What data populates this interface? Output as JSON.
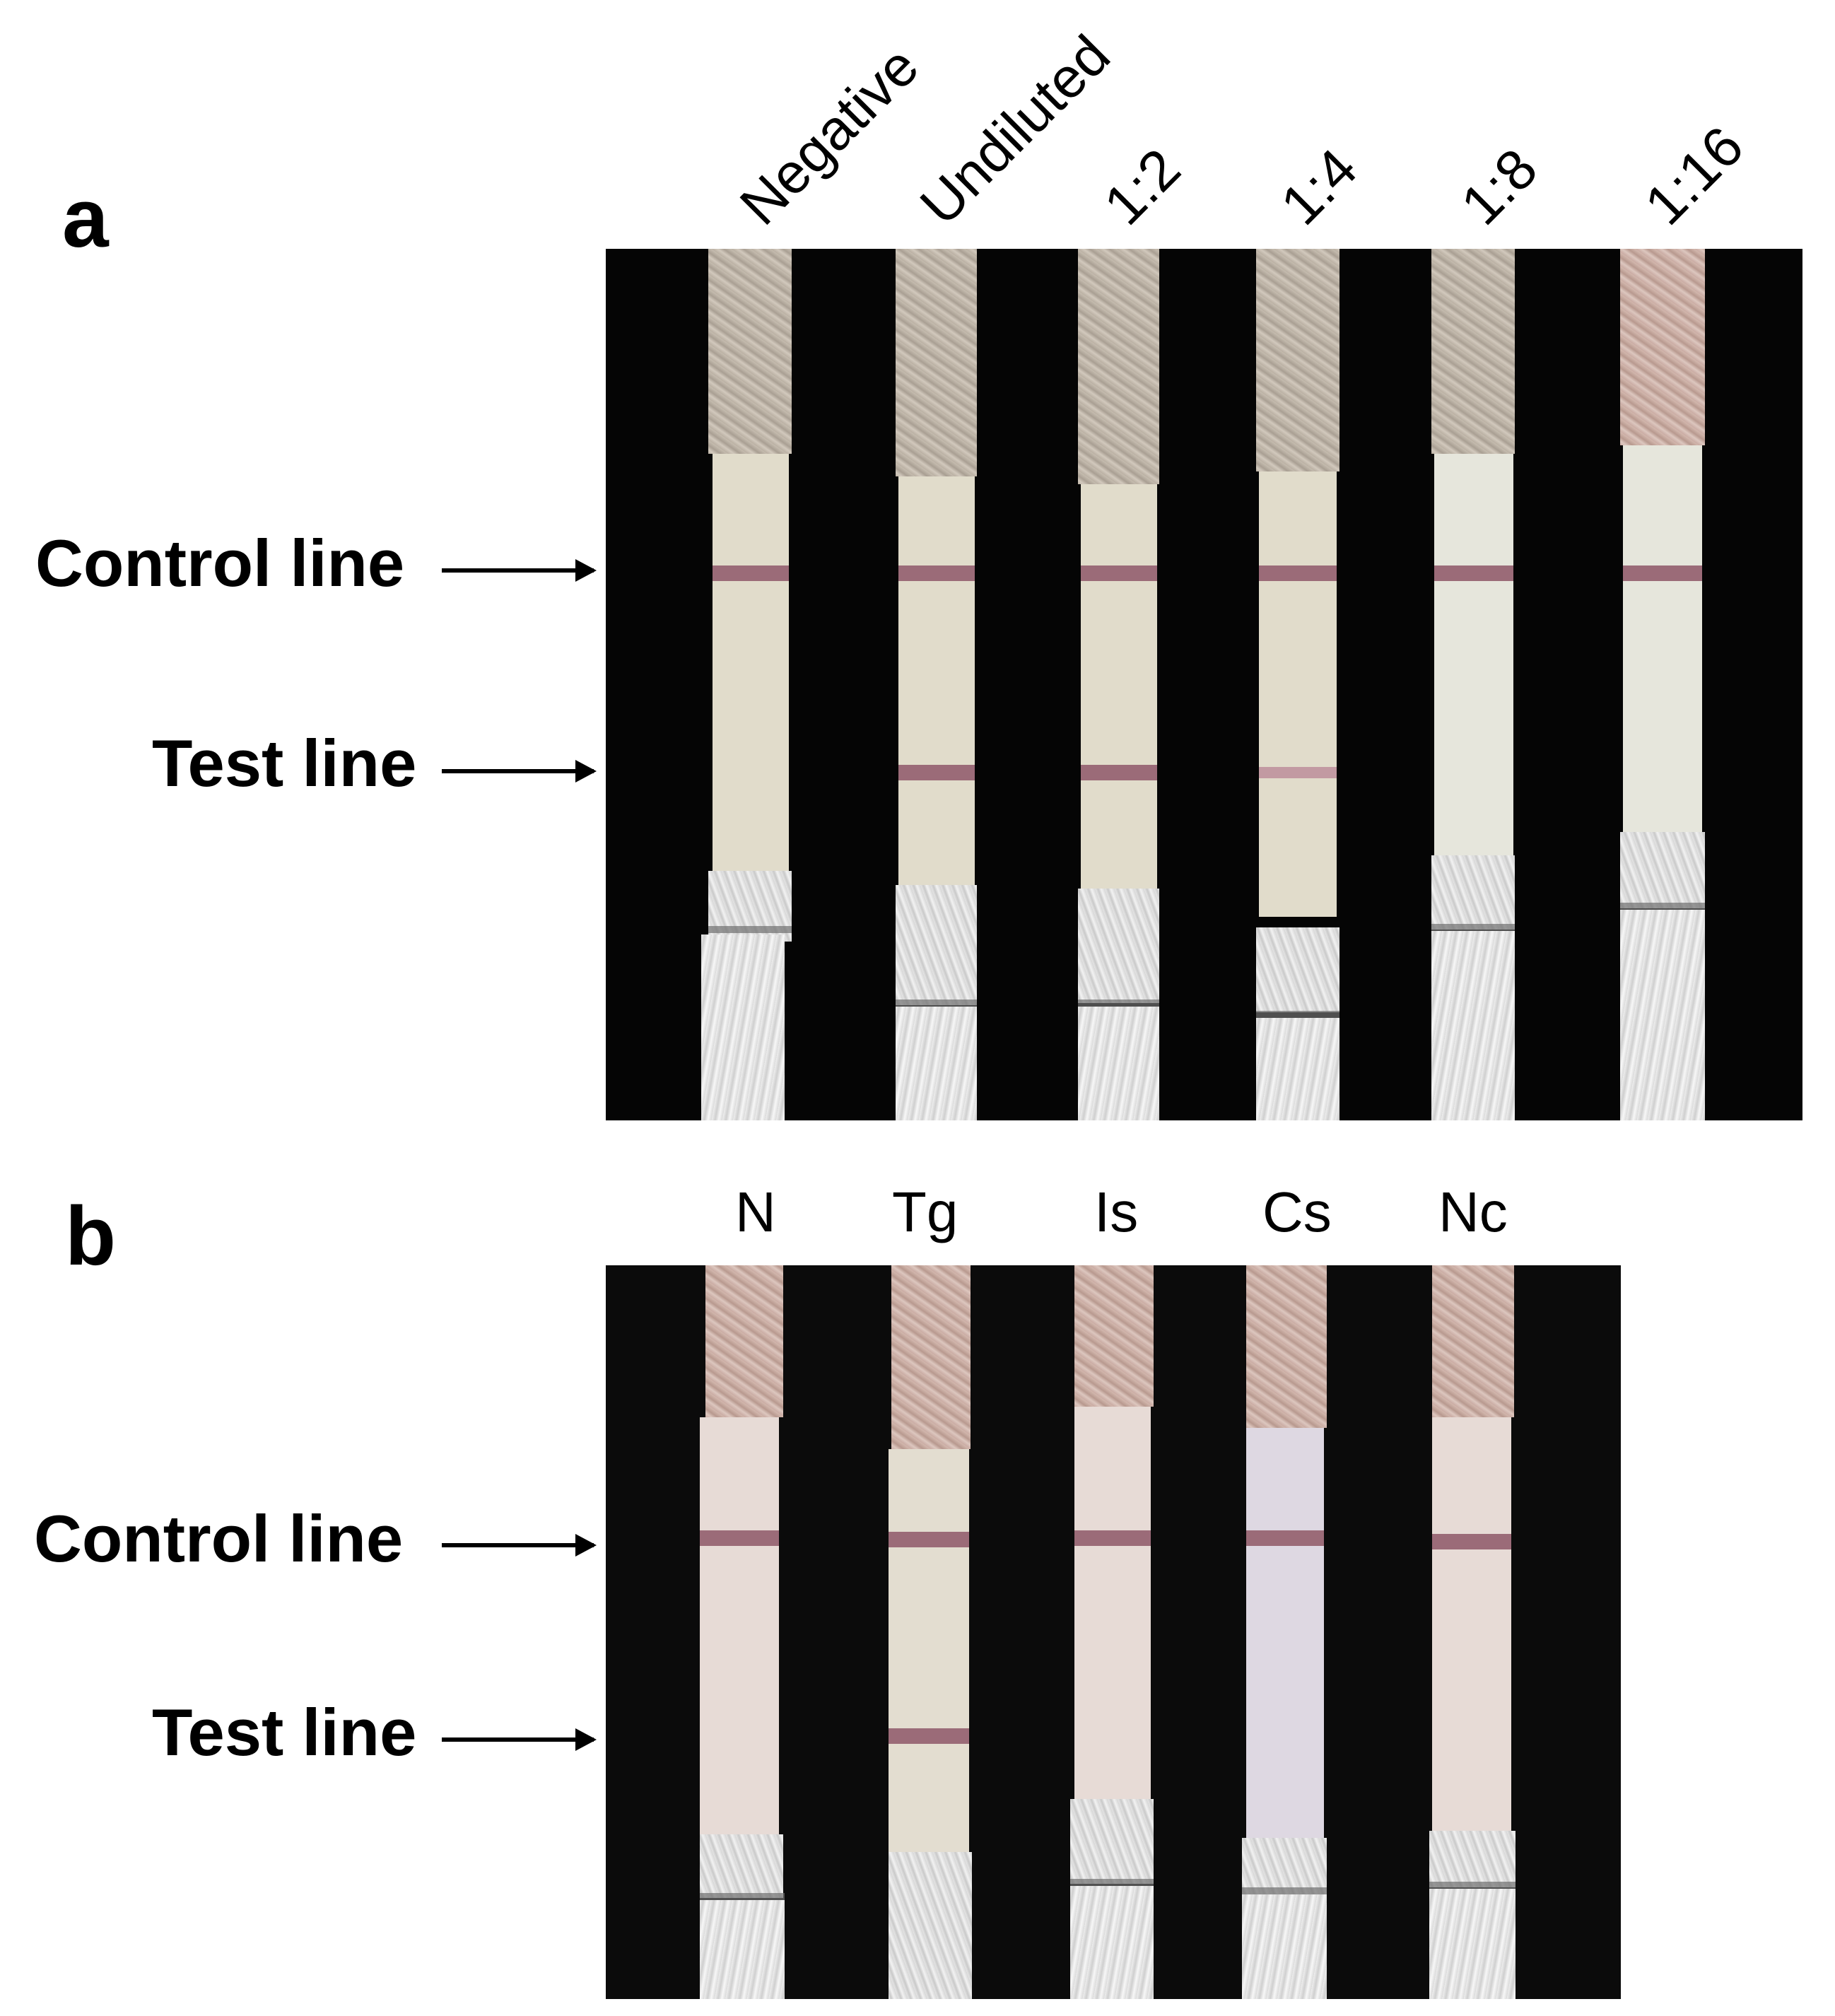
{
  "panel_a": {
    "letter": "a",
    "columns": [
      "Negative",
      "Undiluted",
      "1:2",
      "1:4",
      "1:8",
      "1:16"
    ],
    "control_label": "Control line",
    "test_label": "Test line",
    "strips": [
      {
        "control": "strong",
        "test": "none"
      },
      {
        "control": "strong",
        "test": "strong"
      },
      {
        "control": "strong",
        "test": "strong"
      },
      {
        "control": "strong",
        "test": "faint"
      },
      {
        "control": "strong",
        "test": "none"
      },
      {
        "control": "strong",
        "test": "none"
      }
    ]
  },
  "panel_b": {
    "letter": "b",
    "columns": [
      "N",
      "Tg",
      "Is",
      "Cs",
      "Nc"
    ],
    "control_label": "Control line",
    "test_label": "Test line",
    "strips": [
      {
        "control": "strong",
        "test": "none"
      },
      {
        "control": "strong",
        "test": "strong"
      },
      {
        "control": "strong",
        "test": "none"
      },
      {
        "control": "strong",
        "test": "none"
      },
      {
        "control": "strong",
        "test": "none"
      }
    ]
  },
  "colors": {
    "background": "#ffffff",
    "photo_background": "#050505",
    "line_color": "#9b6b78",
    "membrane": "#e1dccb"
  }
}
